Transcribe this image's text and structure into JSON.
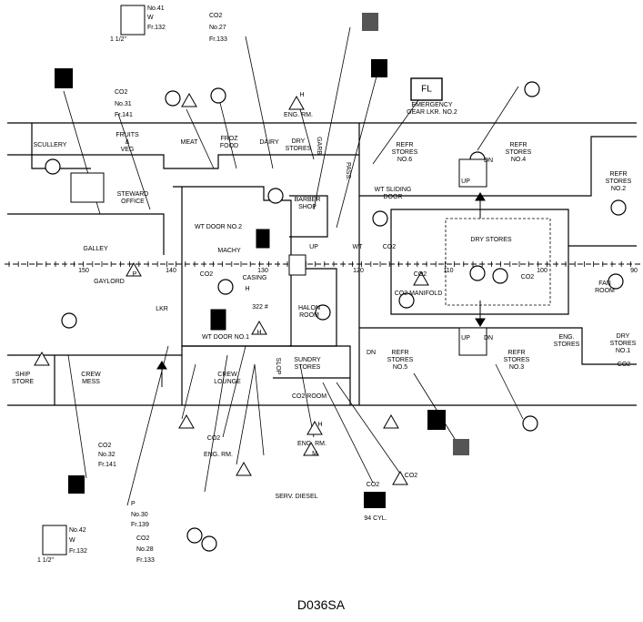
{
  "caption": "D036SA",
  "rooms": {
    "scullery": "SCULLERY",
    "fruits_veg": "FRUITS\n&\nVEG",
    "meat": "MEAT",
    "froz_food": "FROZ\nFOOD",
    "dairy": "DAIRY",
    "dry_stores_top": "DRY\nSTORES",
    "garb": "GARB",
    "pass": "PASS.",
    "refr_6": "REFR\nSTORES\nNO.6",
    "refr_4": "REFR\nSTORES\nNO.4",
    "refr_2": "REFR\nSTORES\nNO.2",
    "steward_office": "STEWARD\nOFFICE",
    "barber_shop": "BARBER\nSHOP",
    "wt_sliding_door": "WT SLIDING\nDOOR",
    "wt_door_2": "WT DOOR NO.2",
    "machy": "MACHY",
    "galley": "GALLEY",
    "dry_stores_mid": "DRY STORES",
    "casing": "CASING",
    "casing_h": "H",
    "gaylord": "GAYLORD",
    "lkr": "LKR",
    "halon_room": "HALON\nROOM",
    "co2_manifold": "CO2 MANIFOLD",
    "fan_room": "FAN\nROOM",
    "wt_door_1": "WT DOOR NO.1",
    "refr_5": "REFR\nSTORES\nNO.5",
    "refr_3": "REFR\nSTORES\nNO.3",
    "eng_stores": "ENG.\nSTORES",
    "dry_stores_1": "DRY\nSTORES\nNO.1",
    "ship_store": "SHIP\nSTORE",
    "crew_mess": "CREW\nMESS",
    "crew_lounge": "CREW\nLOUNGE",
    "sundry_stores": "SUNDRY\nSTORES",
    "co2_room": "CO2 ROOM",
    "slop": "SLOP",
    "wt": "WT",
    "co2_small": "CO2",
    "weight": "322 #",
    "up": "UP",
    "dn": "DN"
  },
  "frames": {
    "f150": "150",
    "f140": "140",
    "f130": "130",
    "f120": "120",
    "f110": "110",
    "f100": "100",
    "f90": "90"
  },
  "callouts": {
    "top_valve_size": "1 1/2\"",
    "top_reel_no": "No.41",
    "top_reel_w": "W",
    "top_reel_fr": "Fr.132",
    "top_co2": "CO2",
    "top_co2_no": "No.27",
    "top_co2_fr": "Fr.133",
    "co2_31": "CO2",
    "co2_31_no": "No.31",
    "co2_31_fr": "Fr.141",
    "h_top": "H",
    "eng_rm_top": "ENG. RM.",
    "fl": "FL",
    "emergency_gear": "EMERGENCY\nGEAR LKR. NO.2",
    "p_gaylord": "P",
    "co2_casing": "CO2",
    "co2_manifold_icon": "CO2",
    "co2_right": "CO2",
    "co2_dry1": "CO2",
    "h_room": "H",
    "co2_32": "CO2",
    "co2_32_no": "No.32",
    "co2_32_fr": "Fr.141",
    "co2_eng": "CO2",
    "eng_rm_bottom": "ENG. RM.",
    "h_bottom": "H",
    "eng_rm_bottom2": "ENG. RM.",
    "m": "M",
    "serv_diesel": "SERV. DIESEL",
    "co2_94a": "CO2",
    "co2_94b": "CO2",
    "cyl_94": "94 CYL.",
    "p_30": "P",
    "p_30_no": "No.30",
    "p_30_fr": "Fr.139",
    "bot_valve_size": "1 1/2\"",
    "bot_reel_no": "No.42",
    "bot_reel_w": "W",
    "bot_reel_fr": "Fr.132",
    "bot_co2": "CO2",
    "bot_co2_no": "No.28",
    "bot_co2_fr": "Fr.133"
  },
  "icons": [
    "telephone-icon",
    "phone-circle-icon",
    "fire-alarm-icon",
    "sprinkler-icon",
    "gate-valve-icon",
    "hose-reel-icon",
    "co2-extinguisher-icon",
    "emergency-light-icon",
    "manual-pull-icon",
    "watertight-door-icon",
    "ladder-icon",
    "arrow-icon"
  ]
}
